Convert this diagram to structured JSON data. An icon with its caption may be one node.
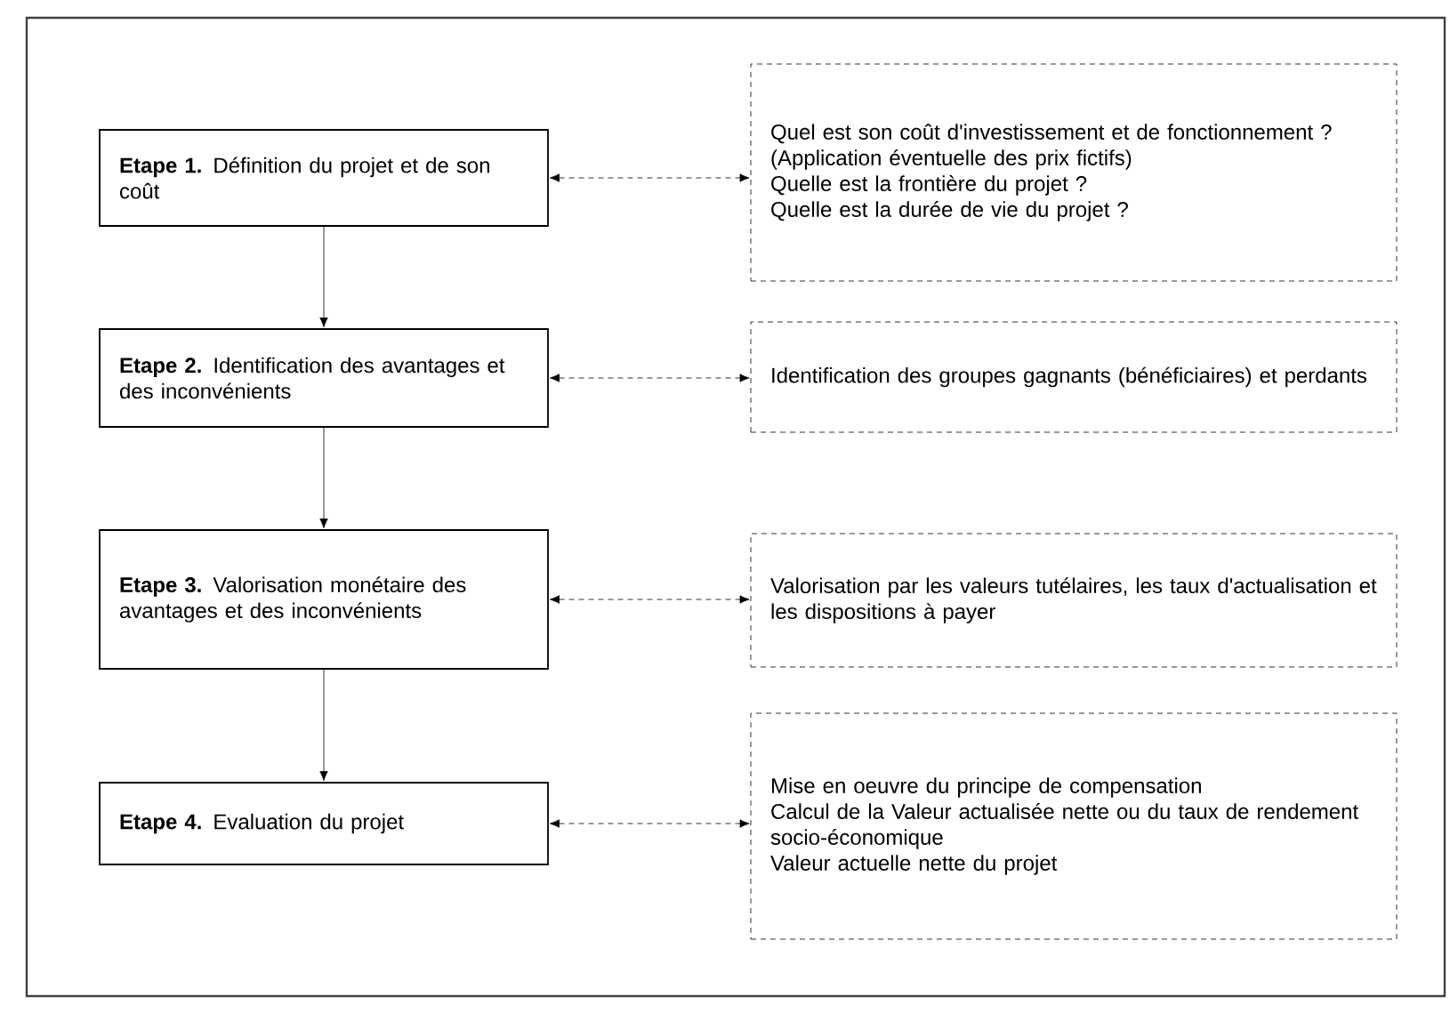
{
  "diagram": {
    "nodes": [
      {
        "text": [
          "**Etape 1.** Définition du projet et de son coût"
        ]
      },
      {
        "text": [
          "Quel est son coût d'investissement et de fonctionnement ? (Application éventuelle des prix fictifs)",
          "Quelle est la frontière du projet ?",
          "Quelle est la durée de vie du projet ?"
        ]
      },
      {
        "text": [
          "**Etape 2.** Identification des avantages et des inconvénients"
        ]
      },
      {
        "text": [
          "Identification des groupes gagnants (bénéficiaires) et perdants"
        ]
      },
      {
        "text": [
          "**Etape 3.** Valorisation monétaire des avantages et des inconvénients"
        ]
      },
      {
        "text": [
          "Valorisation par les valeurs tutélaires, les taux d'actualisation et les dispositions à payer"
        ]
      },
      {
        "text": [
          "**Etape 4.** Evaluation du projet"
        ]
      },
      {
        "text": [
          "Mise en oeuvre du principe de compensation",
          "Calcul de la Valeur actualisée nette ou du taux de rendement socio-économique",
          "Valeur actuelle nette du projet"
        ]
      }
    ],
    "edges": [
      {
        "from": 0,
        "to": 2,
        "arrow": "to"
      },
      {
        "from": 2,
        "to": 4,
        "arrow": "to"
      },
      {
        "from": 4,
        "to": 6,
        "arrow": "to"
      },
      {
        "from": 0,
        "to": 1,
        "arrow": "both",
        "style": "dashed"
      },
      {
        "from": 2,
        "to": 3,
        "arrow": "both",
        "style": "dashed"
      },
      {
        "from": 4,
        "to": 5,
        "arrow": "both",
        "style": "dashed"
      },
      {
        "from": 6,
        "to": 7,
        "arrow": "both",
        "style": "dashed"
      }
    ]
  }
}
